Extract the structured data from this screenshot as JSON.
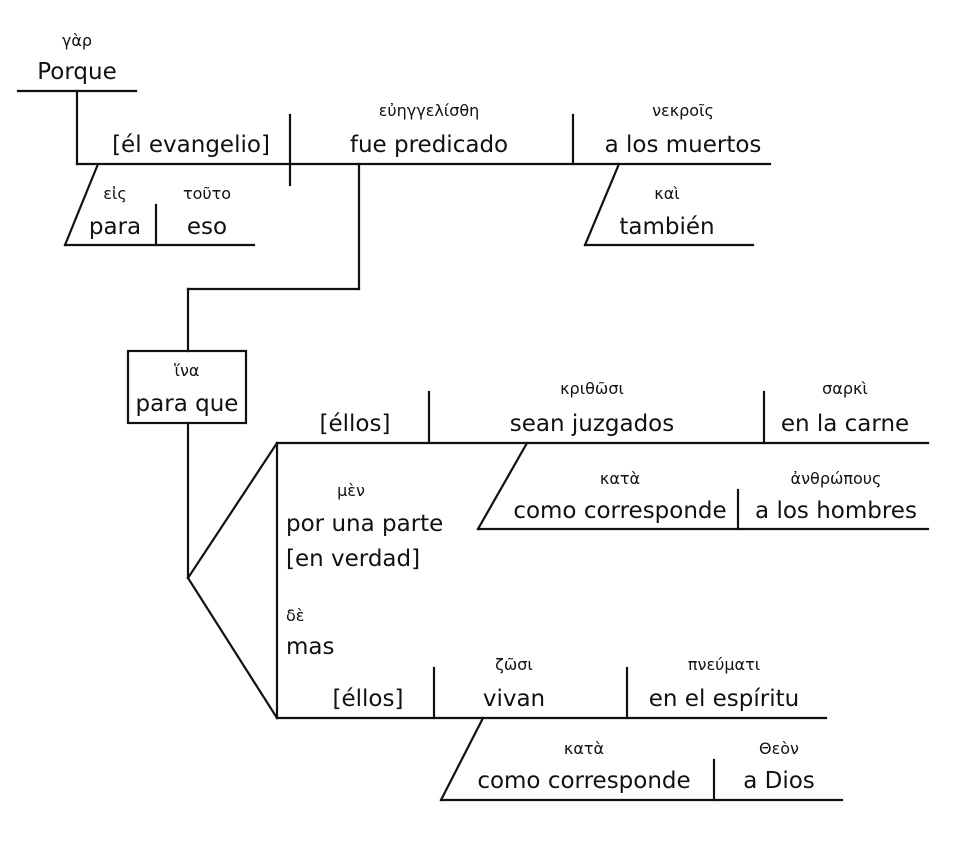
{
  "main_clause": {
    "conjunction": {
      "greek": "γὰρ",
      "spanish": "Porque"
    },
    "subject": {
      "spanish": "[él evangelio]"
    },
    "verb": {
      "greek": "εὐηγγελίσθη",
      "spanish": "fue predicado"
    },
    "object": {
      "greek": "νεκροῖς",
      "spanish": "a los muertos"
    },
    "modifier_eis": {
      "prep_greek": "εἰς",
      "prep_spanish": "para",
      "obj_greek": "τοῦτο",
      "obj_spanish": "eso"
    },
    "modifier_kai": {
      "greek": "καὶ",
      "spanish": "también"
    }
  },
  "connector": {
    "greek": "ἵνα",
    "spanish": "para que"
  },
  "clause_one": {
    "subject": {
      "spanish": "[éllos]"
    },
    "verb": {
      "greek": "κριθῶσι",
      "spanish": "sean juzgados"
    },
    "complement": {
      "greek": "σαρκὶ",
      "spanish": "en la carne"
    },
    "modifier": {
      "prep_greek": "κατὰ",
      "prep_spanish": "como corresponde",
      "obj_greek": "ἀνθρώπους",
      "obj_spanish": "a los hombres"
    }
  },
  "particle_men": {
    "greek": "μὲν",
    "spanish_1": "por una parte",
    "spanish_2": "[en verdad]"
  },
  "particle_de": {
    "greek": "δὲ",
    "spanish": "mas"
  },
  "clause_two": {
    "subject": {
      "spanish": "[éllos]"
    },
    "verb": {
      "greek": "ζῶσι",
      "spanish": "vivan"
    },
    "complement": {
      "greek": "πνεύματι",
      "spanish": "en el espíritu"
    },
    "modifier": {
      "prep_greek": "κατὰ",
      "prep_spanish": "como corresponde",
      "obj_greek": "Θεὸν",
      "obj_spanish": "a Dios"
    }
  }
}
